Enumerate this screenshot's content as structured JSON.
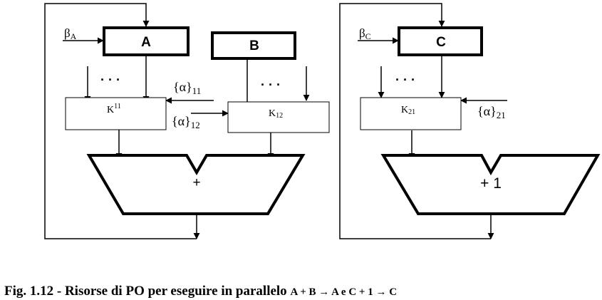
{
  "labels": {
    "reg_a": "A",
    "reg_b": "B",
    "reg_c": "C",
    "beta_a": "β",
    "beta_a_sub": "A",
    "beta_c": "β",
    "beta_c_sub": "C",
    "k11": "K",
    "k11_sup": "11",
    "k12": "K",
    "k12_sub": "12",
    "k21": "K",
    "k21_sub": "21",
    "alpha11": "{α}",
    "alpha11_sub": "11",
    "alpha12": "{α}",
    "alpha12_sub": "12",
    "alpha21": "{α}",
    "alpha21_sub": "21",
    "dots": "· · ·",
    "adder_left_op": "+",
    "adder_right_op": "+ 1"
  },
  "caption": {
    "text": "Fig. 1.12 - Risorse di PO per eseguire in parallelo ",
    "formula": "A + B  → A e C + 1 → C"
  }
}
